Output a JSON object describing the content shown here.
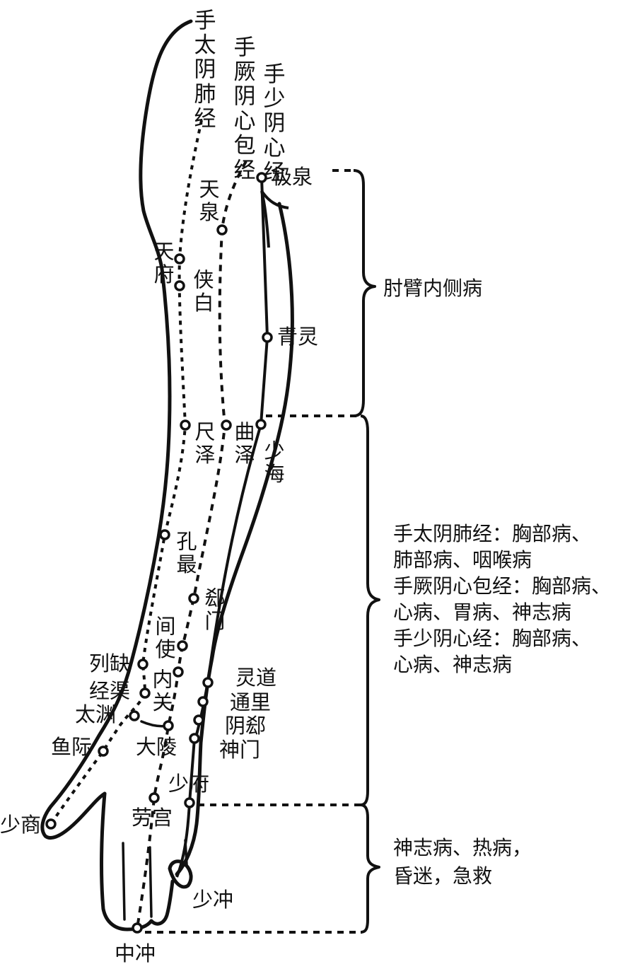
{
  "meridians": {
    "lung": "手太阴肺经",
    "pericardium": "手厥阴心包经",
    "heart": "手少阴心经"
  },
  "points": {
    "jiquan": "极泉",
    "tianquan": "天泉",
    "tianfu": "天府",
    "xiabai": "侠白",
    "qingling": "青灵",
    "chize": "尺泽",
    "quze": "曲泽",
    "shaohai": "少海",
    "kongzui": "孔最",
    "ximen": "郄门",
    "jianshi": "间使",
    "lieque": "列缺",
    "neiguan": "内关",
    "jingqu": "经渠",
    "taiyuan": "太渊",
    "lingdao": "灵道",
    "tongli": "通里",
    "yinxi": "阴郄",
    "shenmen": "神门",
    "yuji": "鱼际",
    "daling": "大陵",
    "shaofu": "少府",
    "shaoshang": "少商",
    "laogong": "劳宫",
    "shaochong": "少冲",
    "zhongchong": "中冲"
  },
  "indications": {
    "upper_arm": "肘臂内侧病",
    "forearm_lines": [
      "手太阴肺经：胸部病、",
      "肺部病、咽喉病",
      "手厥阴心包经：胸部病、",
      "心病、胃病、神志病",
      "手少阴心经：胸部病、",
      "心病、神志病"
    ],
    "hand_lines": [
      "神志病、热病，",
      "昏迷，急救"
    ]
  }
}
